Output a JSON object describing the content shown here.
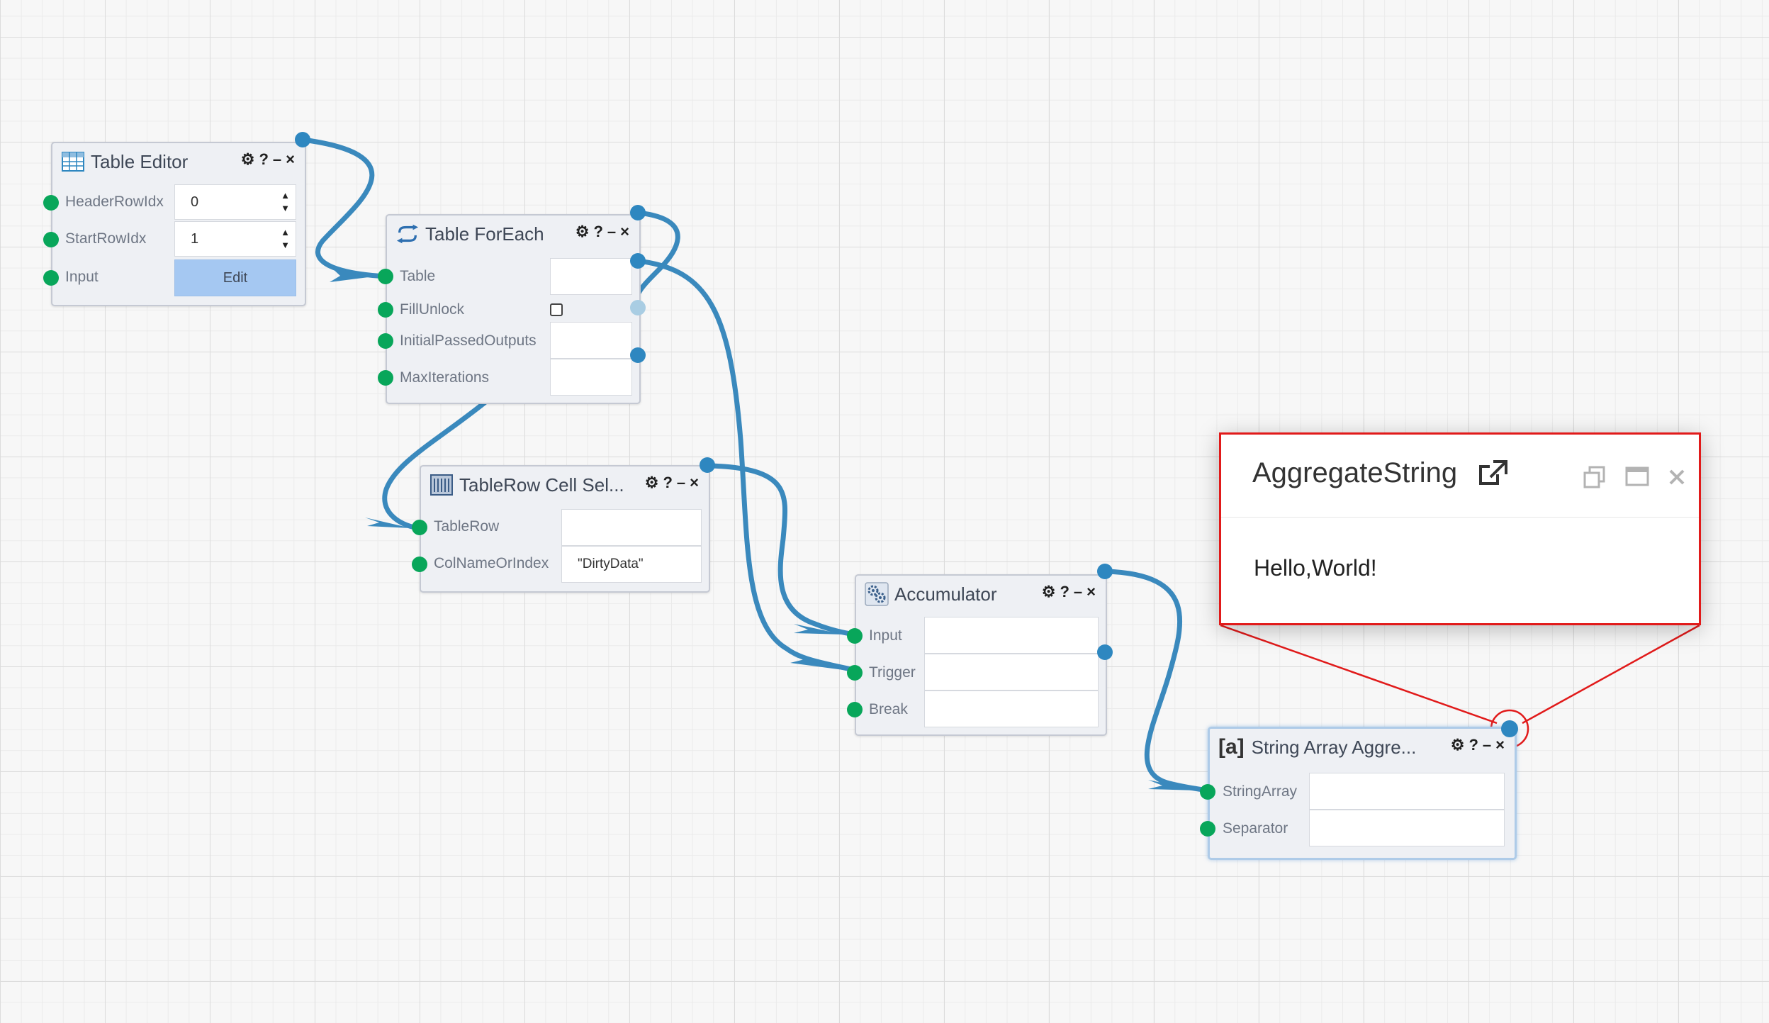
{
  "nodes": {
    "table_editor": {
      "title": "Table Editor",
      "rows": [
        {
          "label": "HeaderRowIdx",
          "value": "0"
        },
        {
          "label": "StartRowIdx",
          "value": "1"
        },
        {
          "label": "Input",
          "button": "Edit"
        }
      ]
    },
    "table_foreach": {
      "title": "Table ForEach",
      "rows": [
        {
          "label": "Table",
          "value": ""
        },
        {
          "label": "FillUnlock",
          "checked": false
        },
        {
          "label": "InitialPassedOutputs",
          "value": ""
        },
        {
          "label": "MaxIterations",
          "value": ""
        }
      ]
    },
    "tablerow_cell": {
      "title": "TableRow Cell Sel...",
      "rows": [
        {
          "label": "TableRow",
          "value": ""
        },
        {
          "label": "ColNameOrIndex",
          "value": "\"DirtyData\""
        }
      ]
    },
    "accumulator": {
      "title": "Accumulator",
      "rows": [
        {
          "label": "Input",
          "value": ""
        },
        {
          "label": "Trigger",
          "value": ""
        },
        {
          "label": "Break",
          "value": ""
        }
      ]
    },
    "string_array": {
      "title": "String Array Aggre...",
      "icon_text": "[a]",
      "rows": [
        {
          "label": "StringArray",
          "value": ""
        },
        {
          "label": "Separator",
          "value": ""
        }
      ]
    }
  },
  "node_controls": {
    "gear": "⚙",
    "help": "?",
    "minimize": "–",
    "close": "×"
  },
  "popup": {
    "title": "AggregateString",
    "body": "Hello,World!",
    "icons": [
      "external-link-icon",
      "copy-icon",
      "maximize-icon",
      "close-icon"
    ]
  },
  "colors": {
    "input_port": "#08a65a",
    "output_port": "#2e87c0",
    "wire": "#3a89bd",
    "callout": "#e11a1a"
  }
}
